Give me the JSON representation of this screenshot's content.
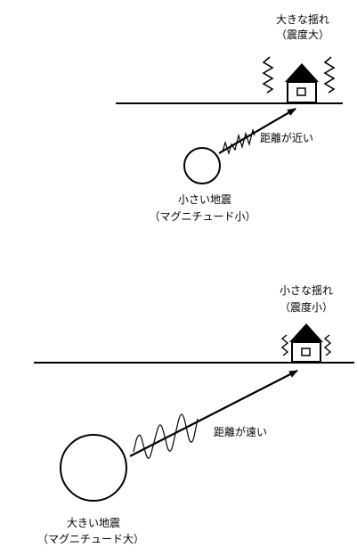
{
  "top": {
    "shaking_title": "大きな揺れ",
    "shaking_sub": "（震度大）",
    "distance_label": "距離が近い",
    "quake_title": "小さい地震",
    "quake_sub": "（マグニチュード小）"
  },
  "bottom": {
    "shaking_title": "小さな揺れ",
    "shaking_sub": "（震度小）",
    "distance_label": "距離が遠い",
    "quake_title": "大きい地震",
    "quake_sub": "（マグニチュード大）"
  },
  "colors": {
    "ink": "#000000",
    "background": "#ffffff"
  },
  "icons": {
    "house": "house-icon",
    "tremor": "tremor-icon",
    "seismic_wave": "seismic-wave",
    "epicenter": "epicenter-circle"
  }
}
